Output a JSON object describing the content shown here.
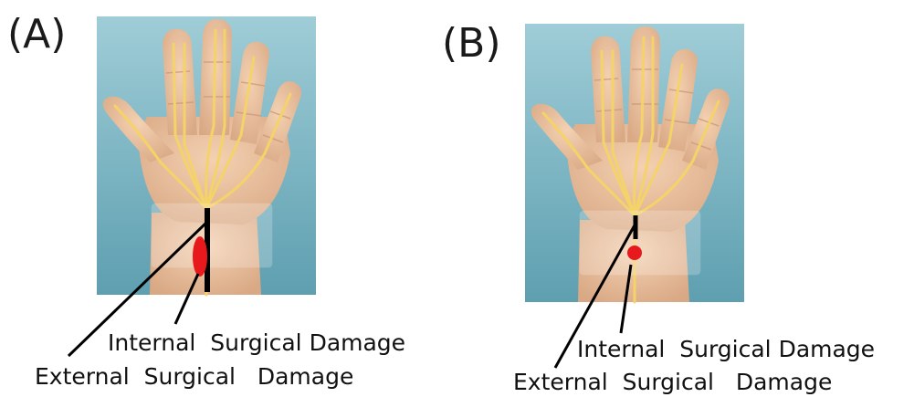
{
  "panels": [
    {
      "label": "(A)",
      "internal_label": "Internal  Surgical Damage",
      "external_label": "External  Surgical   Damage"
    },
    {
      "label": "(B)",
      "internal_label": "Internal  Surgical Damage",
      "external_label": "External  Surgical   Damage"
    }
  ],
  "colors": {
    "background_panel": "#8fc3cf",
    "skin": "#e9c3a0",
    "nerve": "#f4d368",
    "damage": "#e8191d",
    "incision": "#000000"
  }
}
